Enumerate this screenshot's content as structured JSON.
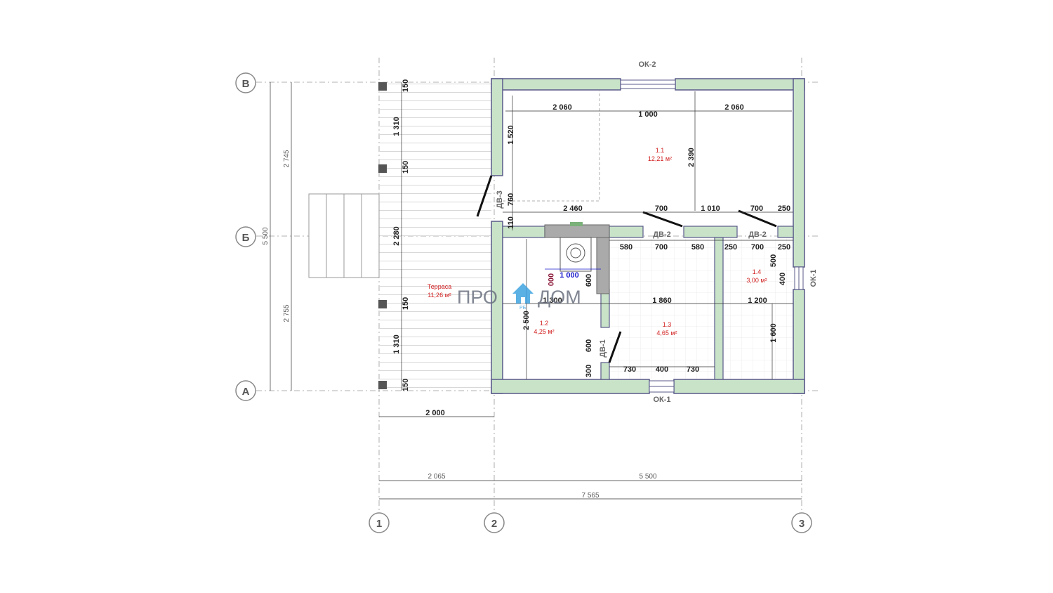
{
  "axes": {
    "rows": [
      {
        "id": "row-v",
        "label": "В"
      },
      {
        "id": "row-b",
        "label": "Б"
      },
      {
        "id": "row-a",
        "label": "А"
      }
    ],
    "cols": [
      {
        "id": "col-1",
        "label": "1"
      },
      {
        "id": "col-2",
        "label": "2"
      },
      {
        "id": "col-3",
        "label": "3"
      }
    ]
  },
  "dimensions": {
    "overall_left": "5 500",
    "left_upper": "2 745",
    "left_lower": "2 755",
    "terrace_upper": [
      "150",
      "1 310",
      "150",
      "2 280",
      "150",
      "1 310",
      "150"
    ],
    "terrace_width": "2 000",
    "bottom_chain": [
      "2 065",
      "5 500"
    ],
    "bottom_total": "7 565",
    "room1_top": [
      "2 060",
      "1 000",
      "2 060"
    ],
    "room1_left": [
      "1 520",
      "760",
      "110"
    ],
    "room1_height": "2 390",
    "mid_row": [
      "2 460",
      "700",
      "1 010",
      "700",
      "250"
    ],
    "sub_row": [
      "580",
      "700",
      "580",
      "250",
      "700",
      "250"
    ],
    "stove_width": "1 000",
    "stove_depth": "000",
    "room2_width": "1 300",
    "room2_height": "2 500",
    "room2_dims": [
      "600",
      "600",
      "300"
    ],
    "room3_width": "1 860",
    "room3_bottom": [
      "730",
      "400",
      "730"
    ],
    "room4_width": "1 200",
    "room4_dims": [
      "500",
      "400",
      "1 600"
    ]
  },
  "tags": {
    "ok2": "ОК-2",
    "ok1_bottom": "ОК-1",
    "ok1_right": "ОК-1",
    "dv3": "ДВ-3",
    "dv2_a": "ДВ-2",
    "dv2_b": "ДВ-2",
    "dv1": "ДВ-1"
  },
  "rooms": {
    "r11": {
      "num": "1.1",
      "area": "12,21 м²"
    },
    "r12": {
      "num": "1.2",
      "area": "4,25 м²"
    },
    "r13": {
      "num": "1.3",
      "area": "4,65 м²"
    },
    "r14": {
      "num": "1.4",
      "area": "3,00 м²"
    },
    "terrace": {
      "num": "Терраса",
      "area": "11,26 м²"
    }
  },
  "logo": {
    "left": "ПРО",
    "right": "ДОМ",
    "sub": "РБ"
  },
  "colors": {
    "wall": "#c9e3c9",
    "wall_stroke": "#5a5a8a",
    "axis": "#888888",
    "room_text": "#d21e1e",
    "stove_dim": "#1a1acc",
    "stove_dim2": "#8b1a3a",
    "logo_house": "#3fa3e0"
  }
}
